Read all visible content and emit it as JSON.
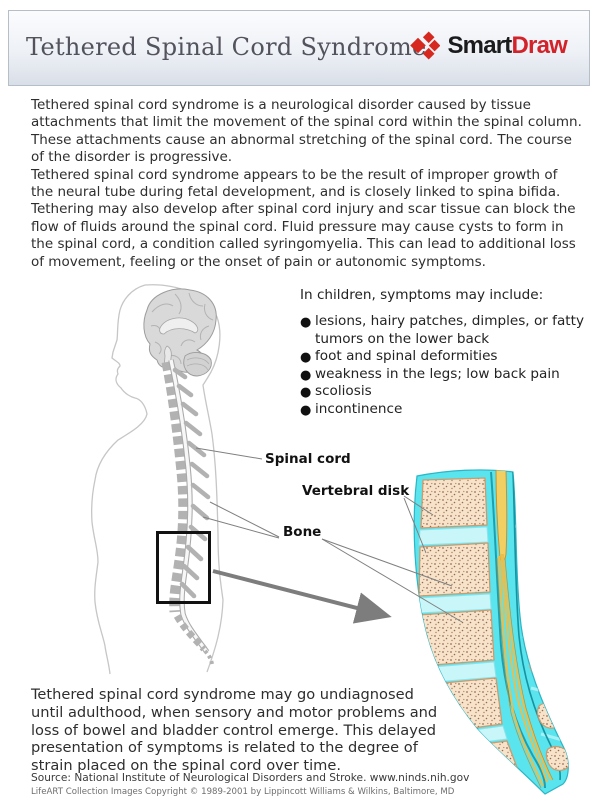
{
  "header": {
    "title": "Tethered Spinal Cord Syndrome",
    "logo": {
      "brand_black": "Smart",
      "brand_red": "Draw"
    }
  },
  "intro": {
    "p1": "Tethered spinal cord syndrome is a neurological disorder caused by tissue attachments that limit the movement of the spinal cord within the spinal column.  These attachments cause an abnormal stretching of the spinal cord.  The course of the disorder is progressive.",
    "p2": "Tethered spinal cord syndrome appears to be the result of improper growth of the neural tube during fetal development, and is closely linked to spina bifida. Tethering may also develop after spinal cord injury and scar tissue can block the flow of fluids around the spinal cord.  Fluid pressure may cause cysts to form in the spinal cord, a condition called syringomyelia.  This can lead to additional loss of movement, feeling or the onset of pain or autonomic symptoms."
  },
  "symptoms": {
    "heading": "In children, symptoms may include:",
    "bullet_glyph": "●",
    "items": [
      "lesions, hairy patches, dimples, or fatty tumors on the lower back",
      "foot and spinal deformities",
      "weakness in the legs; low back pain",
      "scoliosis",
      "incontinence"
    ]
  },
  "diagram_labels": {
    "spinal_cord": "Spinal cord",
    "vertebral_disk": "Vertebral disk",
    "bone": "Bone"
  },
  "outro": {
    "p1": "Tethered spinal cord syndrome may go undiagnosed until adulthood, when sensory and motor problems and loss of bowel and bladder control emerge.  This delayed presentation of symptoms is related to the degree of strain placed on the spinal cord over time."
  },
  "footer": {
    "source": "Source: National Institute of Neurological Disorders and Stroke.  www.ninds.nih.gov",
    "copyright": "LifeART Collection Images Copyright © 1989-2001 by Lippincott Williams & Wilkins, Baltimore, MD"
  },
  "colors": {
    "logo_red": "#d2232a",
    "header_title_gray": "#53535e",
    "csf_cyan": "#5ae4ee",
    "disk_cyan": "#c9f6f9",
    "bone_beige": "#f7e3c9",
    "cord_yellow": "#f2cf63",
    "sketch_gray": "#b2b2b2"
  }
}
